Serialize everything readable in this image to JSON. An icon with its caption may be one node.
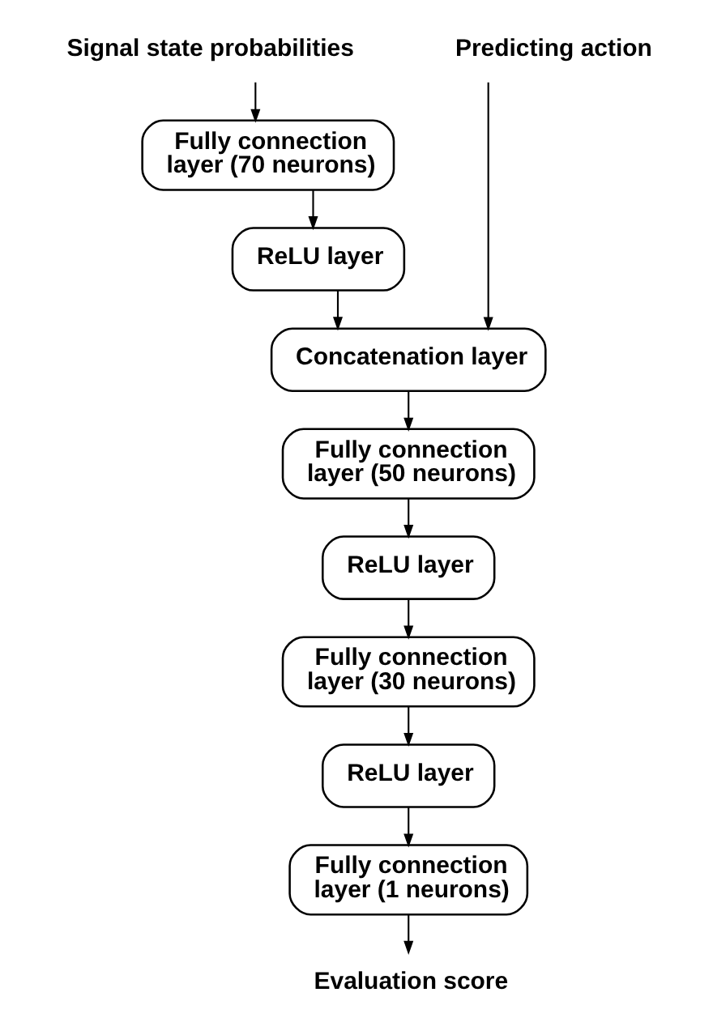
{
  "diagram": {
    "nodes": [
      {
        "text": [
          "Signal state probabilities"
        ]
      },
      {
        "text": [
          "Predicting action"
        ]
      },
      {
        "text": [
          "Fully connection layer (70 neurons)"
        ]
      },
      {
        "text": [
          "ReLU layer"
        ]
      },
      {
        "text": [
          "Concatenation layer"
        ]
      },
      {
        "text": [
          "Fully connection layer (50 neurons)"
        ]
      },
      {
        "text": [
          "ReLU layer"
        ]
      },
      {
        "text": [
          "Fully connection layer (30 neurons)"
        ]
      },
      {
        "text": [
          "ReLU layer"
        ]
      },
      {
        "text": [
          "Fully connection layer (1 neurons)"
        ]
      },
      {
        "text": [
          "Evaluation score"
        ]
      }
    ],
    "edges": [
      {
        "from": 0,
        "to": 2,
        "arrow": "to"
      },
      {
        "from": 2,
        "to": 3,
        "arrow": "to"
      },
      {
        "from": 3,
        "to": 4,
        "arrow": "to"
      },
      {
        "from": 1,
        "to": 4,
        "arrow": "to"
      },
      {
        "from": 4,
        "to": 5,
        "arrow": "to"
      },
      {
        "from": 5,
        "to": 6,
        "arrow": "to"
      },
      {
        "from": 6,
        "to": 7,
        "arrow": "to"
      },
      {
        "from": 7,
        "to": 8,
        "arrow": "to"
      },
      {
        "from": 8,
        "to": 9,
        "arrow": "to"
      },
      {
        "from": 9,
        "to": 10,
        "arrow": "to"
      }
    ]
  }
}
